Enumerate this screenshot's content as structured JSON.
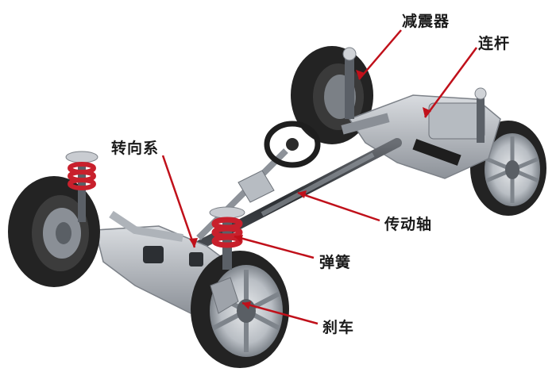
{
  "labels": {
    "shock_absorber": "减震器",
    "link_rod": "连杆",
    "steering_system": "转向系",
    "drive_shaft": "传动轴",
    "spring": "弹簧",
    "brake": "刹车"
  },
  "colors": {
    "leader": "#c0101a",
    "tire": "#262626",
    "rim": "#c7cbd0",
    "metal": "#a9aeb5",
    "metal_dark": "#6c7178",
    "spring": "#c8202c",
    "shaft": "#3a3d42"
  }
}
